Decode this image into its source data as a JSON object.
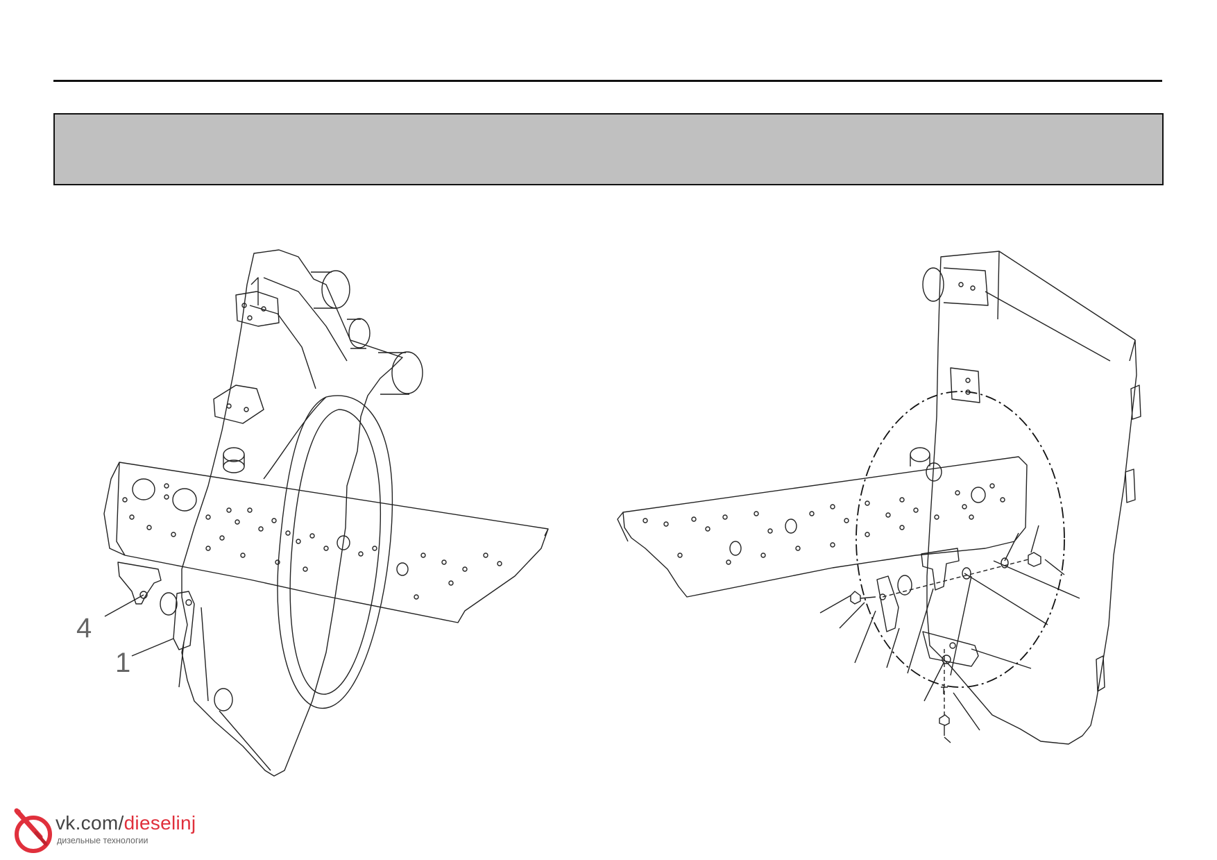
{
  "header": {
    "band_color": "#c0c0c0"
  },
  "left_view": {
    "callouts": [
      {
        "id": "callout-4",
        "text": "4"
      },
      {
        "id": "callout-1",
        "text": "1"
      }
    ]
  },
  "right_view": {
    "detail_circle": true
  },
  "watermark": {
    "url_prefix": "vk.com/",
    "url_highlight": "dieselinj",
    "subtitle": "дизельные технологии",
    "logo_icon": "fuel-injector-icon",
    "accent_color": "#e0303c"
  }
}
